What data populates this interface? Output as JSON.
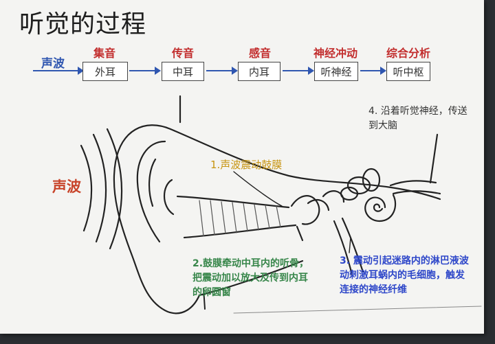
{
  "title": "听觉的过程",
  "flow": {
    "input": "声波",
    "steps": [
      {
        "label": "集音",
        "box": "外耳"
      },
      {
        "label": "传音",
        "box": "中耳"
      },
      {
        "label": "感音",
        "box": "内耳"
      },
      {
        "label": "神经冲动",
        "box": "听神经"
      },
      {
        "label": "综合分析",
        "box": "听中枢"
      }
    ]
  },
  "diagram": {
    "sound_label": "声波",
    "notes": {
      "n1": "1.声波震动鼓膜",
      "n2": "2.鼓膜牵动中耳内的听骨，把震动加以放大及传到内耳的卵圆窗",
      "n3": "3. 震动引起迷路内的淋巴液波动刺激耳蜗内的毛细胞，触发连接的神经纤维",
      "n4": "4. 沿着听觉神经，传送到大脑"
    }
  },
  "colors": {
    "flow_blue": "#2f56b0",
    "step_red": "#c22d2d",
    "note1_gold": "#c79410",
    "note2_green": "#37864a",
    "note3_blue": "#2e47c9"
  }
}
